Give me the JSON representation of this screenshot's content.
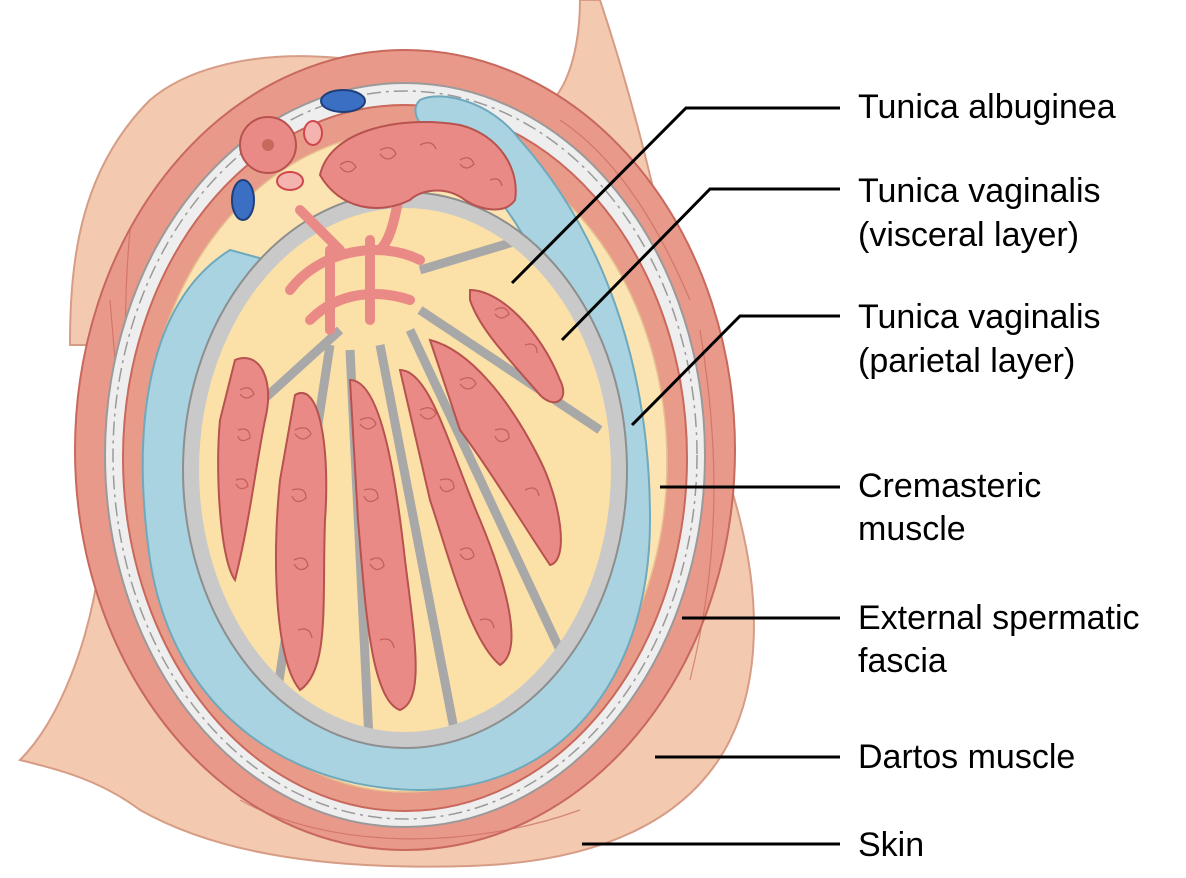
{
  "labels": {
    "tunica_albuginea": "Tunica albuginea",
    "tunica_vaginalis_visceral_1": "Tunica vaginalis",
    "tunica_vaginalis_visceral_2": "(visceral layer)",
    "tunica_vaginalis_parietal_1": "Tunica vaginalis",
    "tunica_vaginalis_parietal_2": "(parietal layer)",
    "cremasteric_1": "Cremasteric",
    "cremasteric_2": "muscle",
    "external_fascia_1": "External spermatic",
    "external_fascia_2": "fascia",
    "dartos": "Dartos muscle",
    "skin": "Skin"
  },
  "colors": {
    "skin": "#f3c9b0",
    "muscle": "#e8998a",
    "muscle_dark": "#c9685c",
    "fascia": "#eeeeee",
    "fascia_line": "#9a9a9a",
    "tunica_vaginalis": "#a9d3e0",
    "tunica_vaginalis_edge": "#6fa9bd",
    "albuginea": "#c9c9c9",
    "albuginea_edge": "#8e8e8e",
    "lobule_fill": "#fbe0a8",
    "tubule": "#ea8a86",
    "tubule_edge": "#b8524f",
    "vein": "#3a6fc4",
    "artery": "#d0474b",
    "leader": "#000000"
  }
}
